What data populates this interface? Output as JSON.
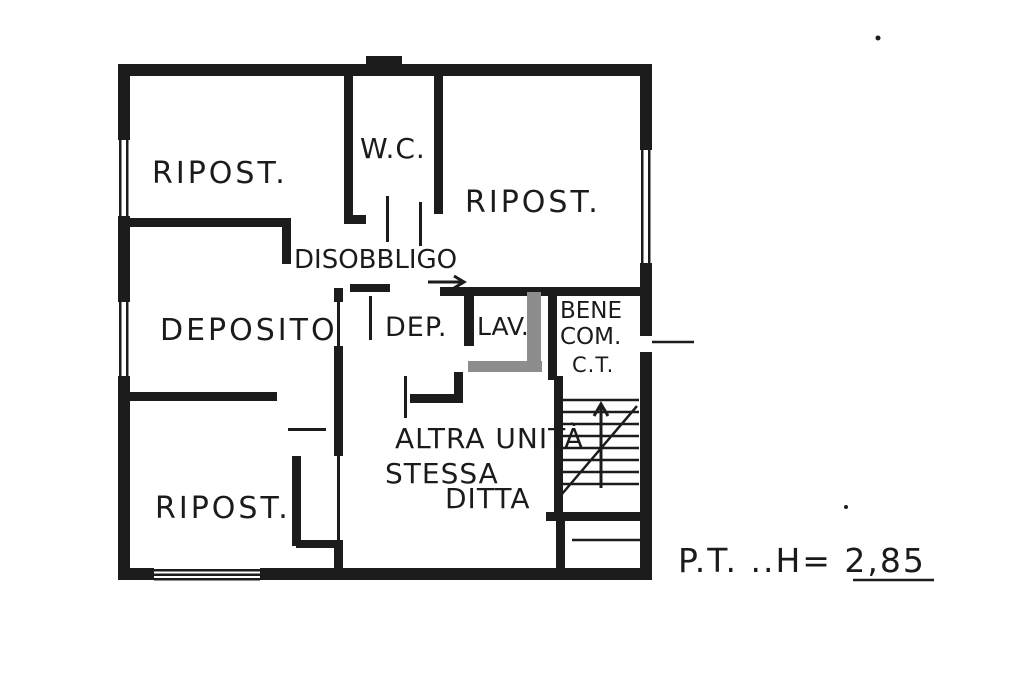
{
  "floor_plan": {
    "labels": {
      "ripost_top_left": "RIPOST.",
      "wc": "W.C.",
      "ripost_top_right": "RIPOST.",
      "disobbligo": "DISOBBLIGO",
      "deposito": "DEPOSITO",
      "dep": "DEP.",
      "lav": "LAV.",
      "bene": "BENE",
      "com": "COM.",
      "ct": "C.T.",
      "altra_unita": "ALTRA UNITÀ",
      "stessa": "STESSA",
      "ditta": "DITTA",
      "ripost_bottom_left": "RIPOST."
    },
    "annotation": "P.T. ..H= 2,85",
    "colors": {
      "ink": "#1c1c1c",
      "shaded_wall": "#8d8d8d",
      "paper": "#ffffff"
    }
  }
}
